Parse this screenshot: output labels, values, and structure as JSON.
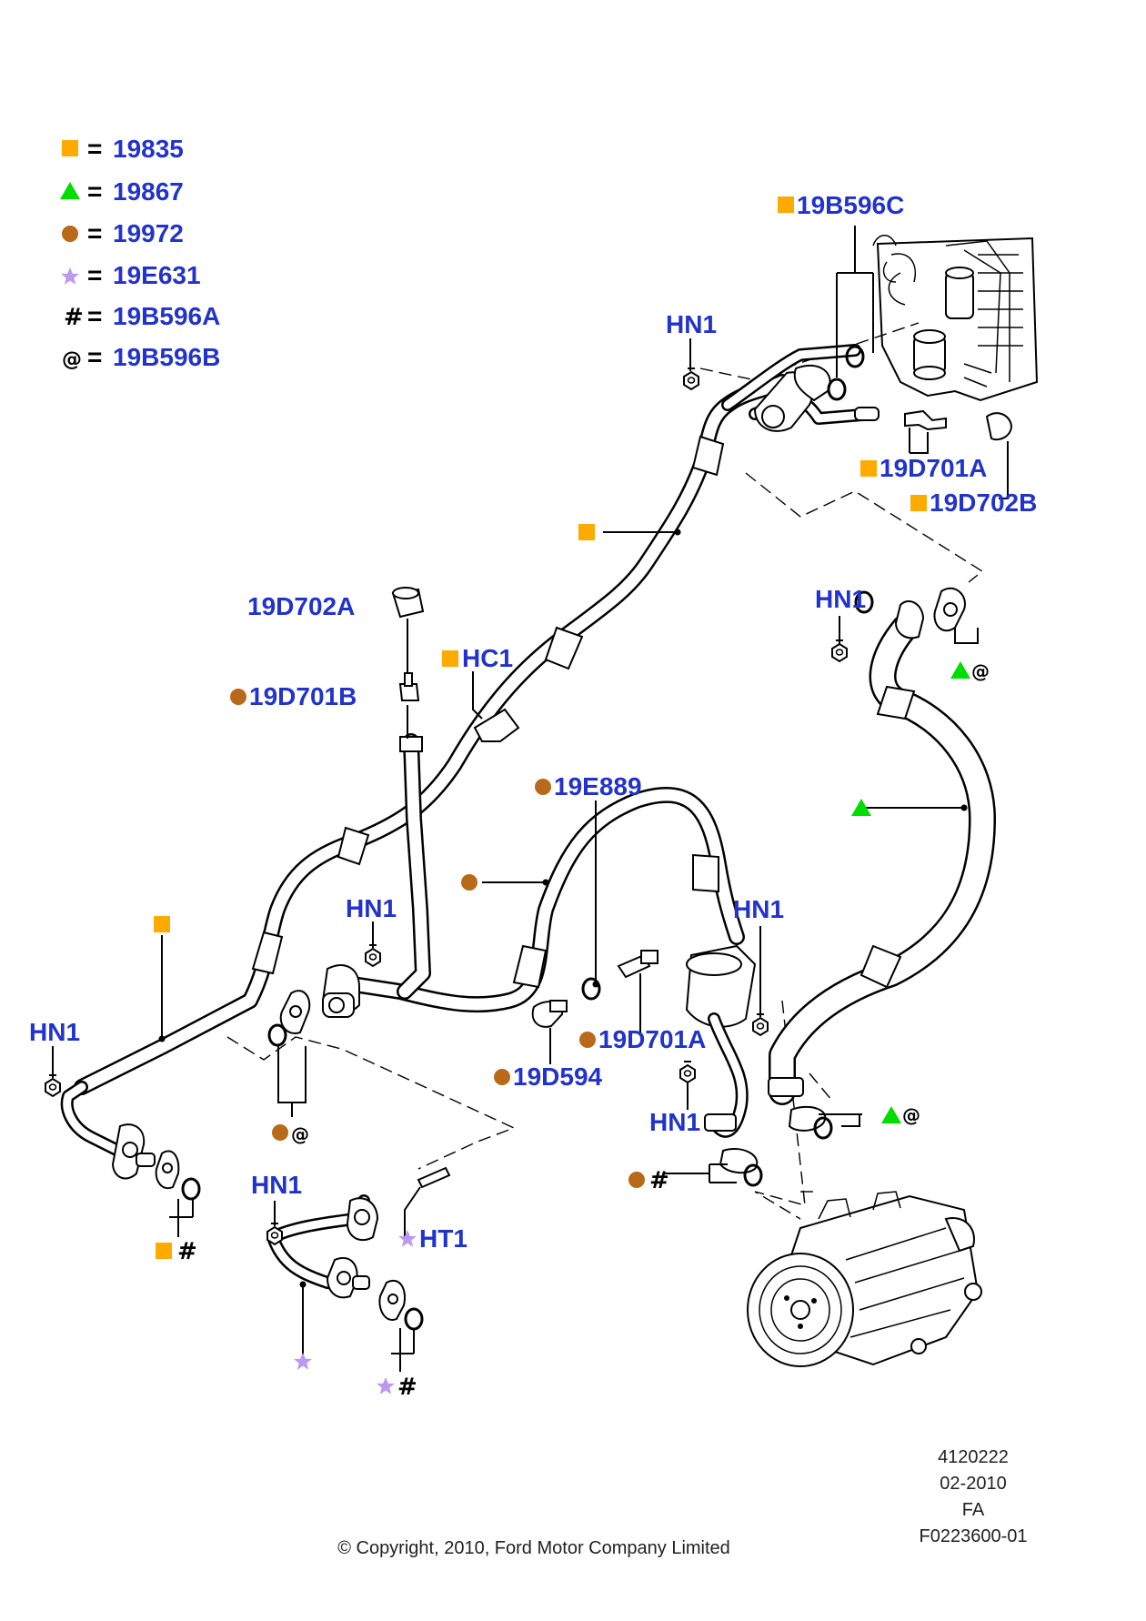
{
  "colors": {
    "label_blue": "#2233cc",
    "square_orange": "#ffaa00",
    "triangle_green": "#00dd00",
    "circle_brown": "#b86a1a",
    "star_purple": "#bb99ee"
  },
  "legend": [
    {
      "symbol": "square-icon",
      "equals": "=",
      "code": "19835"
    },
    {
      "symbol": "triangle-icon",
      "equals": "=",
      "code": "19867"
    },
    {
      "symbol": "circle-icon",
      "equals": "=",
      "code": "19972"
    },
    {
      "symbol": "star-icon",
      "equals": "=",
      "code": "19E631"
    },
    {
      "symbol": "hash-icon",
      "equals": "=",
      "code": "19B596A",
      "glyph": "#"
    },
    {
      "symbol": "at-icon",
      "equals": "=",
      "code": "19B596B",
      "glyph": "@"
    }
  ],
  "labels": {
    "l19B596C": "19B596C",
    "hn1_top": "HN1",
    "l19D701A_top": "19D701A",
    "l19D702B": "19D702B",
    "l19D702A": "19D702A",
    "hc1": "HC1",
    "l19D701B": "19D701B",
    "hn1_right": "HN1",
    "l19E889": "19E889",
    "hn1_mid": "HN1",
    "hn1_center": "HN1",
    "hn1_left": "HN1",
    "l19D701A_mid": "19D701A",
    "l19D594": "19D594",
    "hn1_lower": "HN1",
    "hn1_bottom": "HN1",
    "ht1": "HT1"
  },
  "glyphs": {
    "at": "@",
    "hash": "#"
  },
  "footer": {
    "ref_number": "4120222",
    "date": "02-2010",
    "code": "FA",
    "figure": "F0223600-01",
    "copyright": "© Copyright, 2010, Ford Motor Company Limited"
  }
}
